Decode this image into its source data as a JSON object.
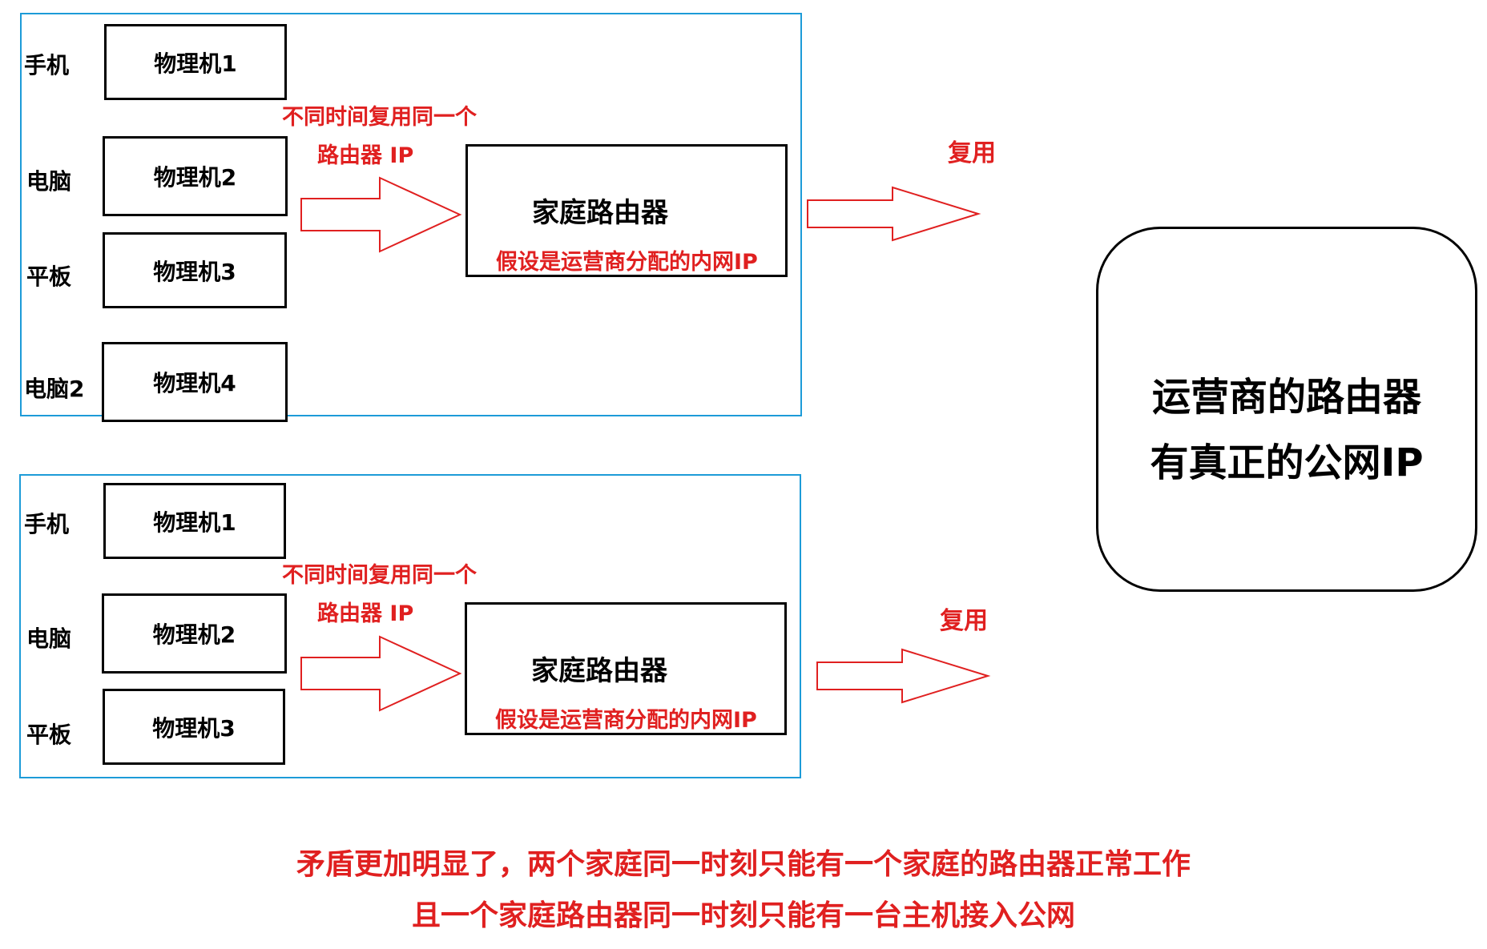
{
  "groups": [
    {
      "devices": [
        {
          "label": "手机",
          "machine": "物理机1"
        },
        {
          "label": "电脑",
          "machine": "物理机2"
        },
        {
          "label": "平板",
          "machine": "物理机3"
        },
        {
          "label": "电脑2",
          "machine": "物理机4"
        }
      ],
      "multiplex_note_line1": "不同时间复用同一个",
      "multiplex_note_line2": "路由器  IP",
      "router_title": "家庭路由器",
      "router_ip_note": "假设是运营商分配的内网IP",
      "reuse_label": "复用"
    },
    {
      "devices": [
        {
          "label": "手机",
          "machine": "物理机1"
        },
        {
          "label": "电脑",
          "machine": "物理机2"
        },
        {
          "label": "平板",
          "machine": "物理机3"
        }
      ],
      "multiplex_note_line1": "不同时间复用同一个",
      "multiplex_note_line2": "路由器  IP",
      "router_title": "家庭路由器",
      "router_ip_note": "假设是运营商分配的内网IP",
      "reuse_label": "复用"
    }
  ],
  "isp_router": {
    "line1": "运营商的路由器",
    "line2": "有真正的公网IP"
  },
  "bottom_note": {
    "line1": "矛盾更加明显了，两个家庭同一时刻只能有一个家庭的路由器正常工作",
    "line2": "且一个家庭路由器同一时刻只能有一台主机接入公网"
  },
  "colors": {
    "group_border": "#1d9bd8",
    "note_red": "#e02020",
    "box_border": "#000000"
  }
}
